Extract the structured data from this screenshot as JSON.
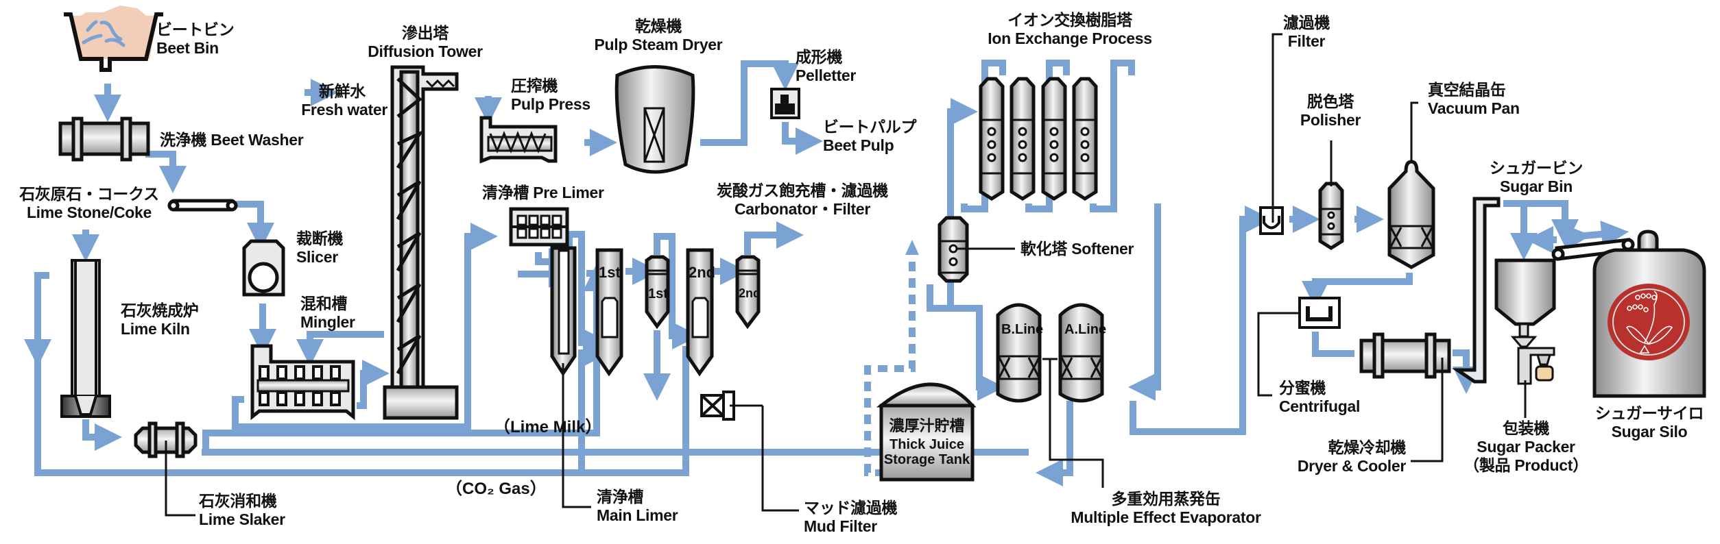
{
  "diagram": {
    "title": "Beet Sugar Manufacturing Process Flow",
    "colors": {
      "pipe": "#7aa3d4",
      "equipment_outline": "#111111",
      "equipment_fill": "#e8e9ea",
      "beet_fill": "#f2cdb8",
      "logo_red": "#b8312c",
      "product_bag": "#f5d3a6"
    },
    "equipment": [
      {
        "id": "beet-bin",
        "jp": "ビートビン",
        "en": "Beet Bin"
      },
      {
        "id": "beet-washer",
        "jp": "洗浄機",
        "en": "Beet Washer"
      },
      {
        "id": "lime-stone",
        "jp": "石灰原石・コークス",
        "en": "Lime Stone/Coke"
      },
      {
        "id": "slicer",
        "jp": "裁断機",
        "en": "Slicer"
      },
      {
        "id": "lime-kiln",
        "jp": "石灰焼成炉",
        "en": "Lime Kiln"
      },
      {
        "id": "mingler",
        "jp": "混和槽",
        "en": "Mingler"
      },
      {
        "id": "lime-slaker",
        "jp": "石灰消和機",
        "en": "Lime Slaker"
      },
      {
        "id": "fresh-water",
        "jp": "新鮮水",
        "en": "Fresh water"
      },
      {
        "id": "diffusion-tower",
        "jp": "滲出塔",
        "en": "Diffusion Tower"
      },
      {
        "id": "pulp-press",
        "jp": "圧搾機",
        "en": "Pulp Press"
      },
      {
        "id": "pulp-steam-dryer",
        "jp": "乾燥機",
        "en": "Pulp Steam Dryer"
      },
      {
        "id": "pelletter",
        "jp": "成形機",
        "en": "Pelletter"
      },
      {
        "id": "beet-pulp",
        "jp": "ビートパルプ",
        "en": "Beet Pulp"
      },
      {
        "id": "pre-limer",
        "jp": "清浄槽",
        "en": "Pre Limer"
      },
      {
        "id": "carbonator-filter",
        "jp": "炭酸ガス飽充槽・濾過機",
        "en": "Carbonator・Filter"
      },
      {
        "id": "main-limer",
        "jp": "清浄槽",
        "en": "Main Limer"
      },
      {
        "id": "mud-filter",
        "jp": "マッド濾過機",
        "en": "Mud Filter"
      },
      {
        "id": "softener",
        "jp": "軟化塔",
        "en": "Softener"
      },
      {
        "id": "ion-exchange",
        "jp": "イオン交換樹脂塔",
        "en": "Ion Exchange Process"
      },
      {
        "id": "thick-juice-tank",
        "jp": "濃厚汁貯槽",
        "en": "Thick Juice Storage Tank"
      },
      {
        "id": "evaporator",
        "jp": "多重効用蒸発缶",
        "en": "Multiple Effect Evaporator"
      },
      {
        "id": "filter",
        "jp": "濾過機",
        "en": "Filter"
      },
      {
        "id": "polisher",
        "jp": "脱色塔",
        "en": "Polisher"
      },
      {
        "id": "vacuum-pan",
        "jp": "真空結晶缶",
        "en": "Vacuum Pan"
      },
      {
        "id": "centrifugal",
        "jp": "分蜜機",
        "en": "Centrifugal"
      },
      {
        "id": "dryer-cooler",
        "jp": "乾燥冷却機",
        "en": "Dryer & Cooler"
      },
      {
        "id": "sugar-bin",
        "jp": "シュガービン",
        "en": "Sugar Bin"
      },
      {
        "id": "sugar-packer",
        "jp": "包装機",
        "en": "Sugar Packer",
        "note": "（製品 Product）"
      },
      {
        "id": "sugar-silo",
        "jp": "シュガーサイロ",
        "en": "Sugar Silo"
      }
    ],
    "flow_notes": {
      "lime_milk": "（Lime Milk）",
      "co2_gas": "（CO₂ Gas）"
    },
    "vessel_tags": {
      "carbonator_1st": "1st",
      "filter_1st": "1st",
      "carbonator_2nd": "2nd",
      "filter_2nd": "2nd",
      "evap_b": "B.Line",
      "evap_a": "A.Line",
      "tank_jp": "濃厚汁貯槽",
      "tank_en_1": "Thick Juice",
      "tank_en_2": "Storage Tank"
    }
  }
}
